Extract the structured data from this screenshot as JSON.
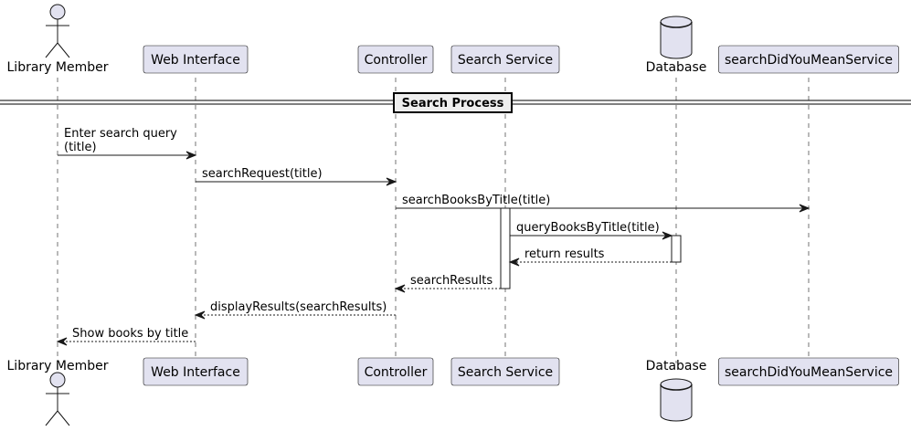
{
  "participants": [
    {
      "name": "Library Member",
      "type": "actor"
    },
    {
      "name": "Web Interface",
      "type": "participant"
    },
    {
      "name": "Controller",
      "type": "participant"
    },
    {
      "name": "Search Service",
      "type": "participant"
    },
    {
      "name": "Database",
      "type": "database"
    },
    {
      "name": "searchDidYouMeanService",
      "type": "participant"
    }
  ],
  "divider": {
    "title": "Search Process"
  },
  "messages": [
    {
      "from": "Library Member",
      "to": "Web Interface",
      "label_lines": [
        "Enter search query",
        "(title)"
      ],
      "style": "solid"
    },
    {
      "from": "Web Interface",
      "to": "Controller",
      "label_lines": [
        "searchRequest(title)"
      ],
      "style": "solid"
    },
    {
      "from": "Controller",
      "to": "searchDidYouMeanService",
      "label_lines": [
        "searchBooksByTitle(title)"
      ],
      "style": "solid"
    },
    {
      "from": "Search Service",
      "to": "Database",
      "label_lines": [
        "queryBooksByTitle(title)"
      ],
      "style": "solid"
    },
    {
      "from": "Database",
      "to": "Search Service",
      "label_lines": [
        "return results"
      ],
      "style": "dashed"
    },
    {
      "from": "Search Service",
      "to": "Controller",
      "label_lines": [
        "searchResults"
      ],
      "style": "dashed"
    },
    {
      "from": "Controller",
      "to": "Web Interface",
      "label_lines": [
        "displayResults(searchResults)"
      ],
      "style": "dashed"
    },
    {
      "from": "Web Interface",
      "to": "Library Member",
      "label_lines": [
        "Show books by title"
      ],
      "style": "dashed"
    }
  ],
  "activations": [
    {
      "participant": "Search Service",
      "from_message": 2,
      "to_message": 5
    },
    {
      "participant": "Database",
      "from_message": 3,
      "to_message": 4
    }
  ]
}
